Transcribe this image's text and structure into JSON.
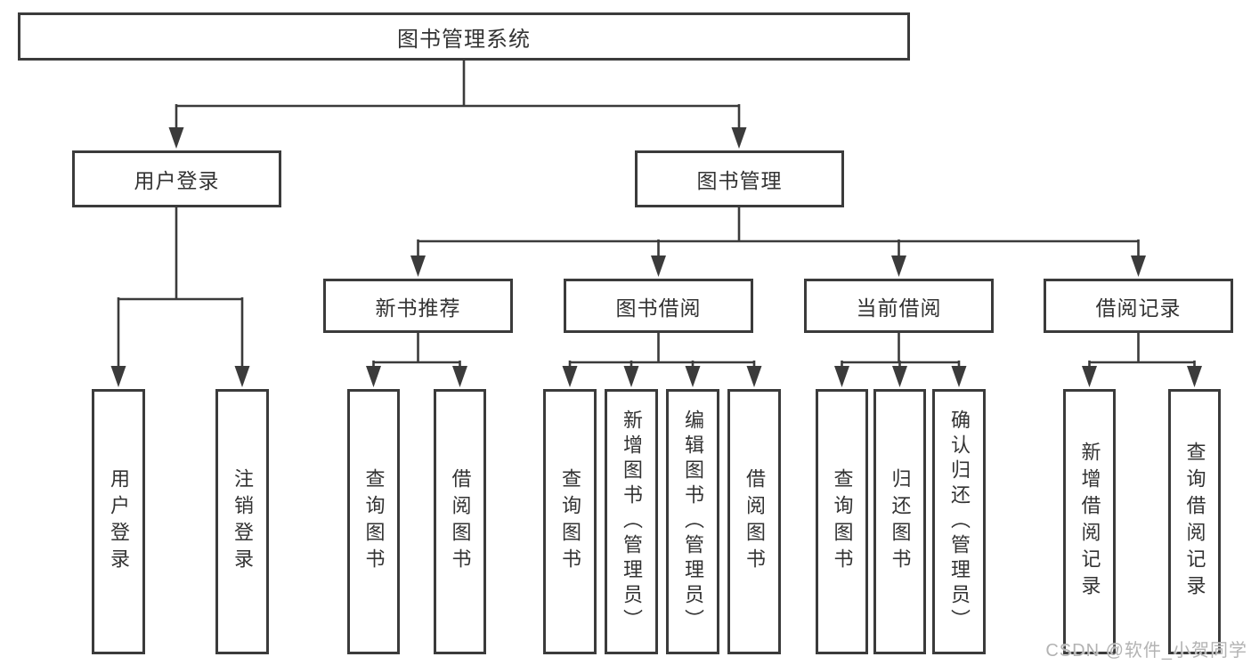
{
  "nodes": {
    "root": "图书管理系统",
    "user_login": "用户登录",
    "book_mgmt": "图书管理",
    "new_books": "新书推荐",
    "book_borrow": "图书借阅",
    "current_borrow": "当前借阅",
    "borrow_records": "借阅记录"
  },
  "leaves": {
    "login": [
      "用户登录",
      "注销登录"
    ],
    "new_books": [
      "查询图书",
      "借阅图书"
    ],
    "book_borrow": [
      "查询图书",
      "新增图书（管理员）",
      "编辑图书（管理员）",
      "借阅图书"
    ],
    "current_borrow": [
      "查询图书",
      "归还图书",
      "确认归还（管理员）"
    ],
    "borrow_records": [
      "新增借阅记录",
      "查询借阅记录"
    ]
  },
  "watermark": "CSDN @软件_小贺同学",
  "colors": {
    "line": "#3b3b3b",
    "text": "#333333",
    "watermark": "#b3b3b3",
    "background": "#ffffff"
  }
}
